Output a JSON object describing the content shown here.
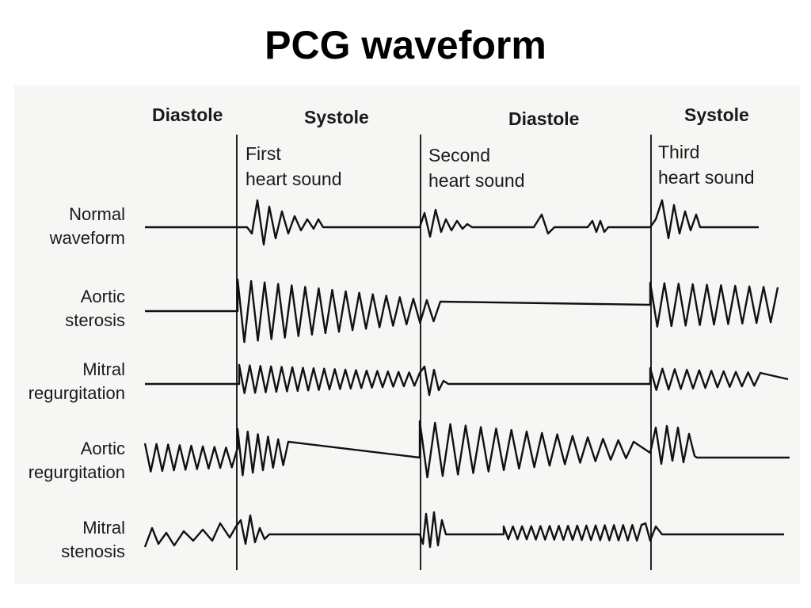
{
  "title": "PCG waveform",
  "phases": [
    "Diastole",
    "Systole",
    "Diastole",
    "Systole"
  ],
  "sounds": [
    {
      "line1": "First",
      "line2": "heart sound"
    },
    {
      "line1": "Second",
      "line2": "heart sound"
    },
    {
      "line1": "Third",
      "line2": "heart sound"
    }
  ],
  "rows": [
    {
      "line1": "Normal",
      "line2": "waveform"
    },
    {
      "line1": "Aortic",
      "line2": "sterosis"
    },
    {
      "line1": "Mitral",
      "line2": "regurgitation"
    },
    {
      "line1": "Aortic",
      "line2": "regurgitation"
    },
    {
      "line1": "Mitral",
      "line2": "stenosis"
    }
  ]
}
